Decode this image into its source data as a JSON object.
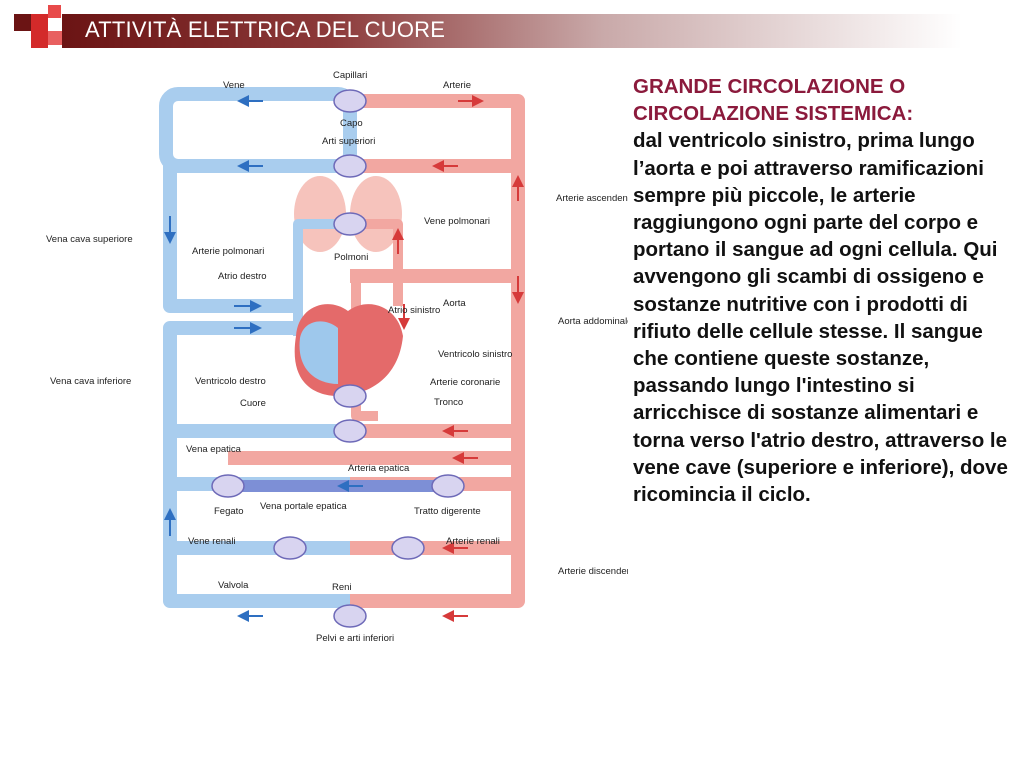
{
  "slide": {
    "title": "ATTIVITÀ ELETTRICA DEL CUORE",
    "heading": "GRANDE CIRCOLAZIONE O CIRCOLAZIONE SISTEMICA:",
    "body": "dal ventricolo sinistro, prima lungo l’aorta e poi attraverso ramificazioni sempre più piccole, le arterie raggiungono ogni parte del corpo e portano il sangue ad ogni cellula. Qui avvengono gli scambi di ossigeno e sostanze nutritive con i prodotti di rifiuto delle cellule stesse. Il sangue che contiene queste sostanze, passando lungo l'intestino si arricchisce di sostanze alimentari e torna verso l'atrio destro, attraverso le vene cave (superiore e inferiore), dove ricomincia il ciclo."
  },
  "colors": {
    "vein": "#a9cdee",
    "vein_dark": "#2e6fc1",
    "artery": "#f2a7a1",
    "artery_dark": "#d63a3a",
    "heading": "#8b1a3c"
  },
  "diagram_labels": {
    "capillari": "Capillari",
    "vene": "Vene",
    "arterie": "Arterie",
    "capo": "Capo",
    "arti_superiori": "Arti superiori",
    "arterie_ascendenti": "Arterie ascendenti",
    "vene_polmonari": "Vene polmonari",
    "vena_cava_superiore": "Vena cava superiore",
    "arterie_polmonari": "Arterie polmonari",
    "polmoni": "Polmoni",
    "atrio_destro": "Atrio destro",
    "aorta": "Aorta",
    "atrio_sinistro": "Atrio sinistro",
    "aorta_addominale": "Aorta addominale",
    "ventricolo_sinistro": "Ventricolo sinistro",
    "vena_cava_inferiore": "Vena cava inferiore",
    "ventricolo_destro": "Ventricolo destro",
    "arterie_coronarie": "Arterie coronarie",
    "cuore": "Cuore",
    "tronco": "Tronco",
    "vena_epatica": "Vena epatica",
    "arteria_epatica": "Arteria epatica",
    "fegato": "Fegato",
    "vena_portale_epatica": "Vena portale epatica",
    "tratto_digerente": "Tratto digerente",
    "vene_renali": "Vene renali",
    "arterie_renali": "Arterie renali",
    "arterie_discendenti": "Arterie discendenti",
    "valvola": "Valvola",
    "reni": "Reni",
    "pelvi_arti_inferiori": "Pelvi e arti inferiori"
  }
}
